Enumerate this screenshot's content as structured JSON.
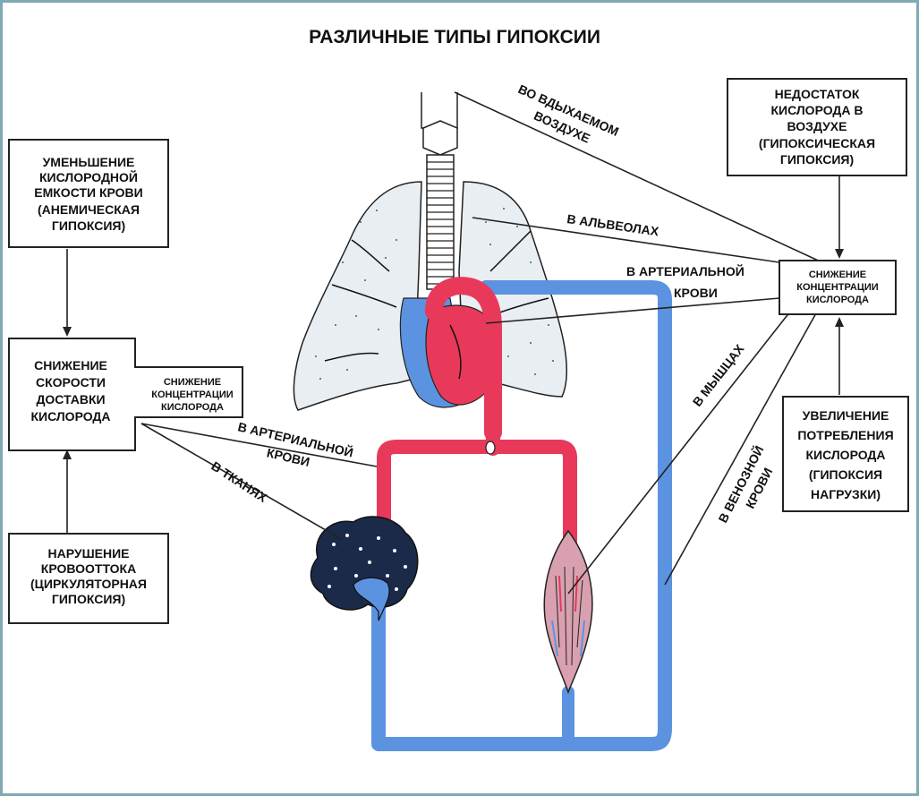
{
  "title": "РАЗЛИЧНЫЕ ТИПЫ ГИПОКСИИ",
  "boxes": {
    "anemic": [
      "УМЕНЬШЕНИЕ",
      "КИСЛОРОДНОЙ",
      "ЕМКОСТИ КРОВИ",
      "(АНЕМИЧЕСКАЯ",
      "ГИПОКСИЯ)"
    ],
    "delivery": [
      "СНИЖЕНИЕ",
      "СКОРОСТИ",
      "ДОСТАВКИ",
      "КИСЛОРОДА"
    ],
    "delivery_conc": [
      "СНИЖЕНИЕ",
      "КОНЦЕНТРАЦИИ",
      "КИСЛОРОДА"
    ],
    "circulatory": [
      "НАРУШЕНИЕ",
      "КРОВООТТОКА",
      "(ЦИРКУЛЯТОРНАЯ",
      "ГИПОКСИЯ)"
    ],
    "hypoxic": [
      "НЕДОСТАТОК",
      "КИСЛОРОДА В",
      "ВОЗДУХЕ",
      "(ГИПОКСИЧЕСКАЯ",
      "ГИПОКСИЯ)"
    ],
    "concentration": [
      "СНИЖЕНИЕ",
      "КОНЦЕНТРАЦИИ",
      "КИСЛОРОДА"
    ],
    "load": [
      "УВЕЛИЧЕНИЕ",
      "ПОТРЕБЛЕНИЯ",
      "КИСЛОРОДА",
      "(ГИПОКСИЯ",
      "НАГРУЗКИ)"
    ]
  },
  "labels": {
    "inhaled_air": [
      "ВО ВДЫХАЕМОМ",
      "ВОЗДУХЕ"
    ],
    "alveoli": "В АЛЬВЕОЛАХ",
    "arterial_right": [
      "В АРТЕРИАЛЬНОЙ",
      "КРОВИ"
    ],
    "arterial_left": [
      "В АРТЕРИАЛЬНОЙ",
      "КРОВИ"
    ],
    "tissues": "В ТКАНЯХ",
    "muscles": "В МЫШЦАХ",
    "venous": [
      "В ВЕНОЗНОЙ",
      "КРОВИ"
    ]
  },
  "colors": {
    "arterial": "#e8395a",
    "venous": "#5b93e0",
    "lung_fill": "#e9eef3",
    "frame": "#7fa9b3"
  }
}
